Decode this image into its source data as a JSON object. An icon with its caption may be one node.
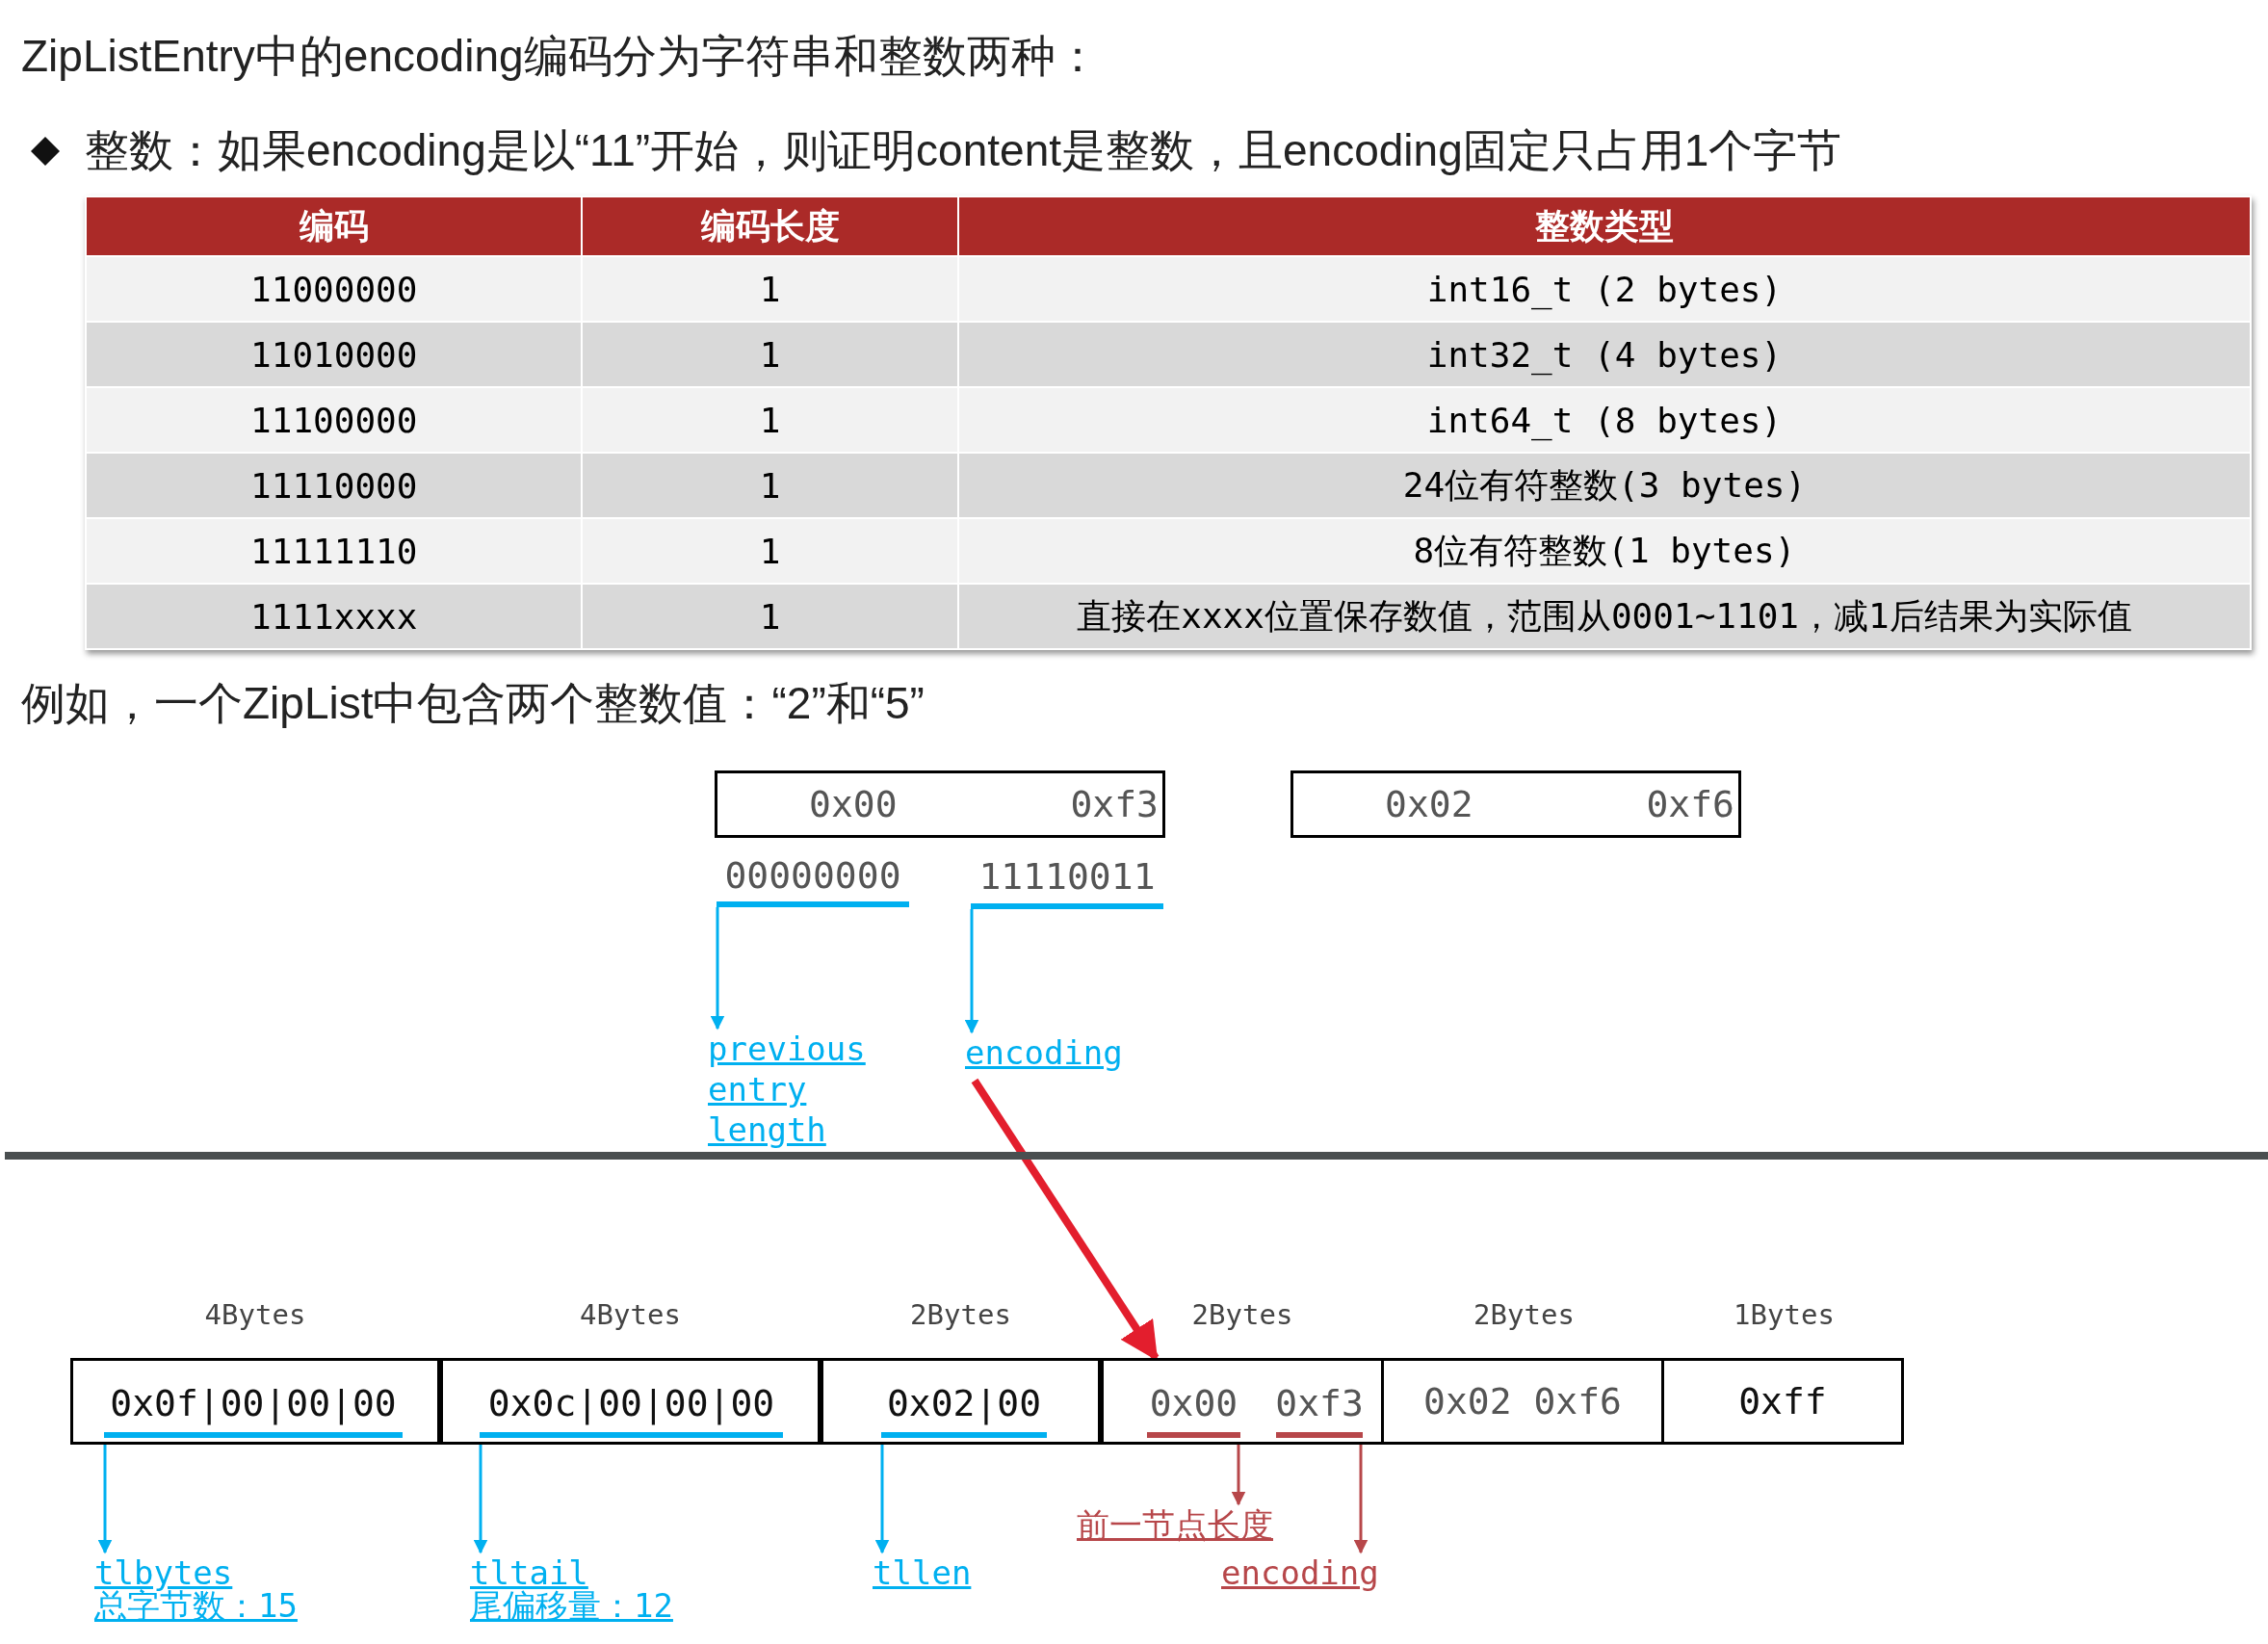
{
  "diagram": {
    "title": "ZipListEntry中的encoding编码分为字符串和整数两种：",
    "nodes": [
      {
        "text": [
          "0x00",
          "0xf3"
        ]
      },
      {
        "text": [
          "0x02",
          "0xf6"
        ]
      },
      {
        "text": [
          "00000000"
        ]
      },
      {
        "text": [
          "11110011"
        ]
      },
      {
        "text": [
          "previous entry length"
        ]
      },
      {
        "text": [
          "encoding"
        ]
      },
      {
        "text": [],
        "shape": "box",
        "beside": [
          "4Bytes"
        ]
      },
      {
        "text": [
          "0x0f|00|00|00"
        ],
        "in": 6
      },
      {
        "text": [],
        "shape": "box",
        "beside": [
          "4Bytes"
        ]
      },
      {
        "text": [
          "0x0c|00|00|00"
        ],
        "in": 8
      },
      {
        "text": [],
        "shape": "box",
        "beside": [
          "2Bytes"
        ]
      },
      {
        "text": [
          "0x02|00"
        ],
        "in": 10
      },
      {
        "text": [],
        "shape": "box",
        "beside": [
          "2Bytes"
        ]
      },
      {
        "text": [
          "0x00"
        ],
        "in": 12
      },
      {
        "text": [
          "0xf3"
        ],
        "in": 12
      },
      {
        "text": [
          "0x02 0xf6"
        ],
        "beside": [
          "2Bytes"
        ]
      },
      {
        "text": [
          "0xff"
        ],
        "beside": [
          "1Bytes"
        ]
      },
      {
        "text": [
          "tlbytes",
          "总字节数：15"
        ]
      },
      {
        "text": [
          "tltail",
          "尾偏移量：12"
        ]
      },
      {
        "text": [
          "tllen"
        ]
      },
      {
        "text": [
          "前一节点长度"
        ]
      },
      {
        "text": [
          "encoding"
        ]
      }
    ],
    "edges": [
      {
        "from": 2,
        "to": 4,
        "arrow": "to"
      },
      {
        "from": 3,
        "to": 5,
        "arrow": "to"
      },
      {
        "from": 5,
        "to": 12,
        "arrow": "to",
        "style": "thick",
        "color": "#e31e2d"
      },
      {
        "from": 7,
        "to": 17,
        "arrow": "to"
      },
      {
        "from": 9,
        "to": 18,
        "arrow": "to"
      },
      {
        "from": 11,
        "to": 19,
        "arrow": "to"
      },
      {
        "from": 13,
        "to": 20,
        "arrow": "to",
        "color": "#b7474a"
      },
      {
        "from": 14,
        "to": 21,
        "arrow": "to",
        "color": "#b7474a"
      }
    ],
    "labels": [
      "整数：如果encoding是以“11”开始，则证明content是整数，且encoding固定只占用1个字节",
      "编码",
      "编码长度",
      "整数类型",
      "11000000",
      "1",
      "int16_t (2 bytes)",
      "11010000",
      "1",
      "int32_t (4 bytes)",
      "11100000",
      "1",
      "int64_t (8 bytes)",
      "11110000",
      "1",
      "24位有符整数(3 bytes)",
      "11111110",
      "1",
      "8位有符整数(1 bytes)",
      "1111xxxx",
      "1",
      "直接在xxxx位置保存数值，范围从0001~1101，减1后结果为实际值",
      "例如，一个ZipList中包含两个整数值：“2”和“5”"
    ]
  }
}
